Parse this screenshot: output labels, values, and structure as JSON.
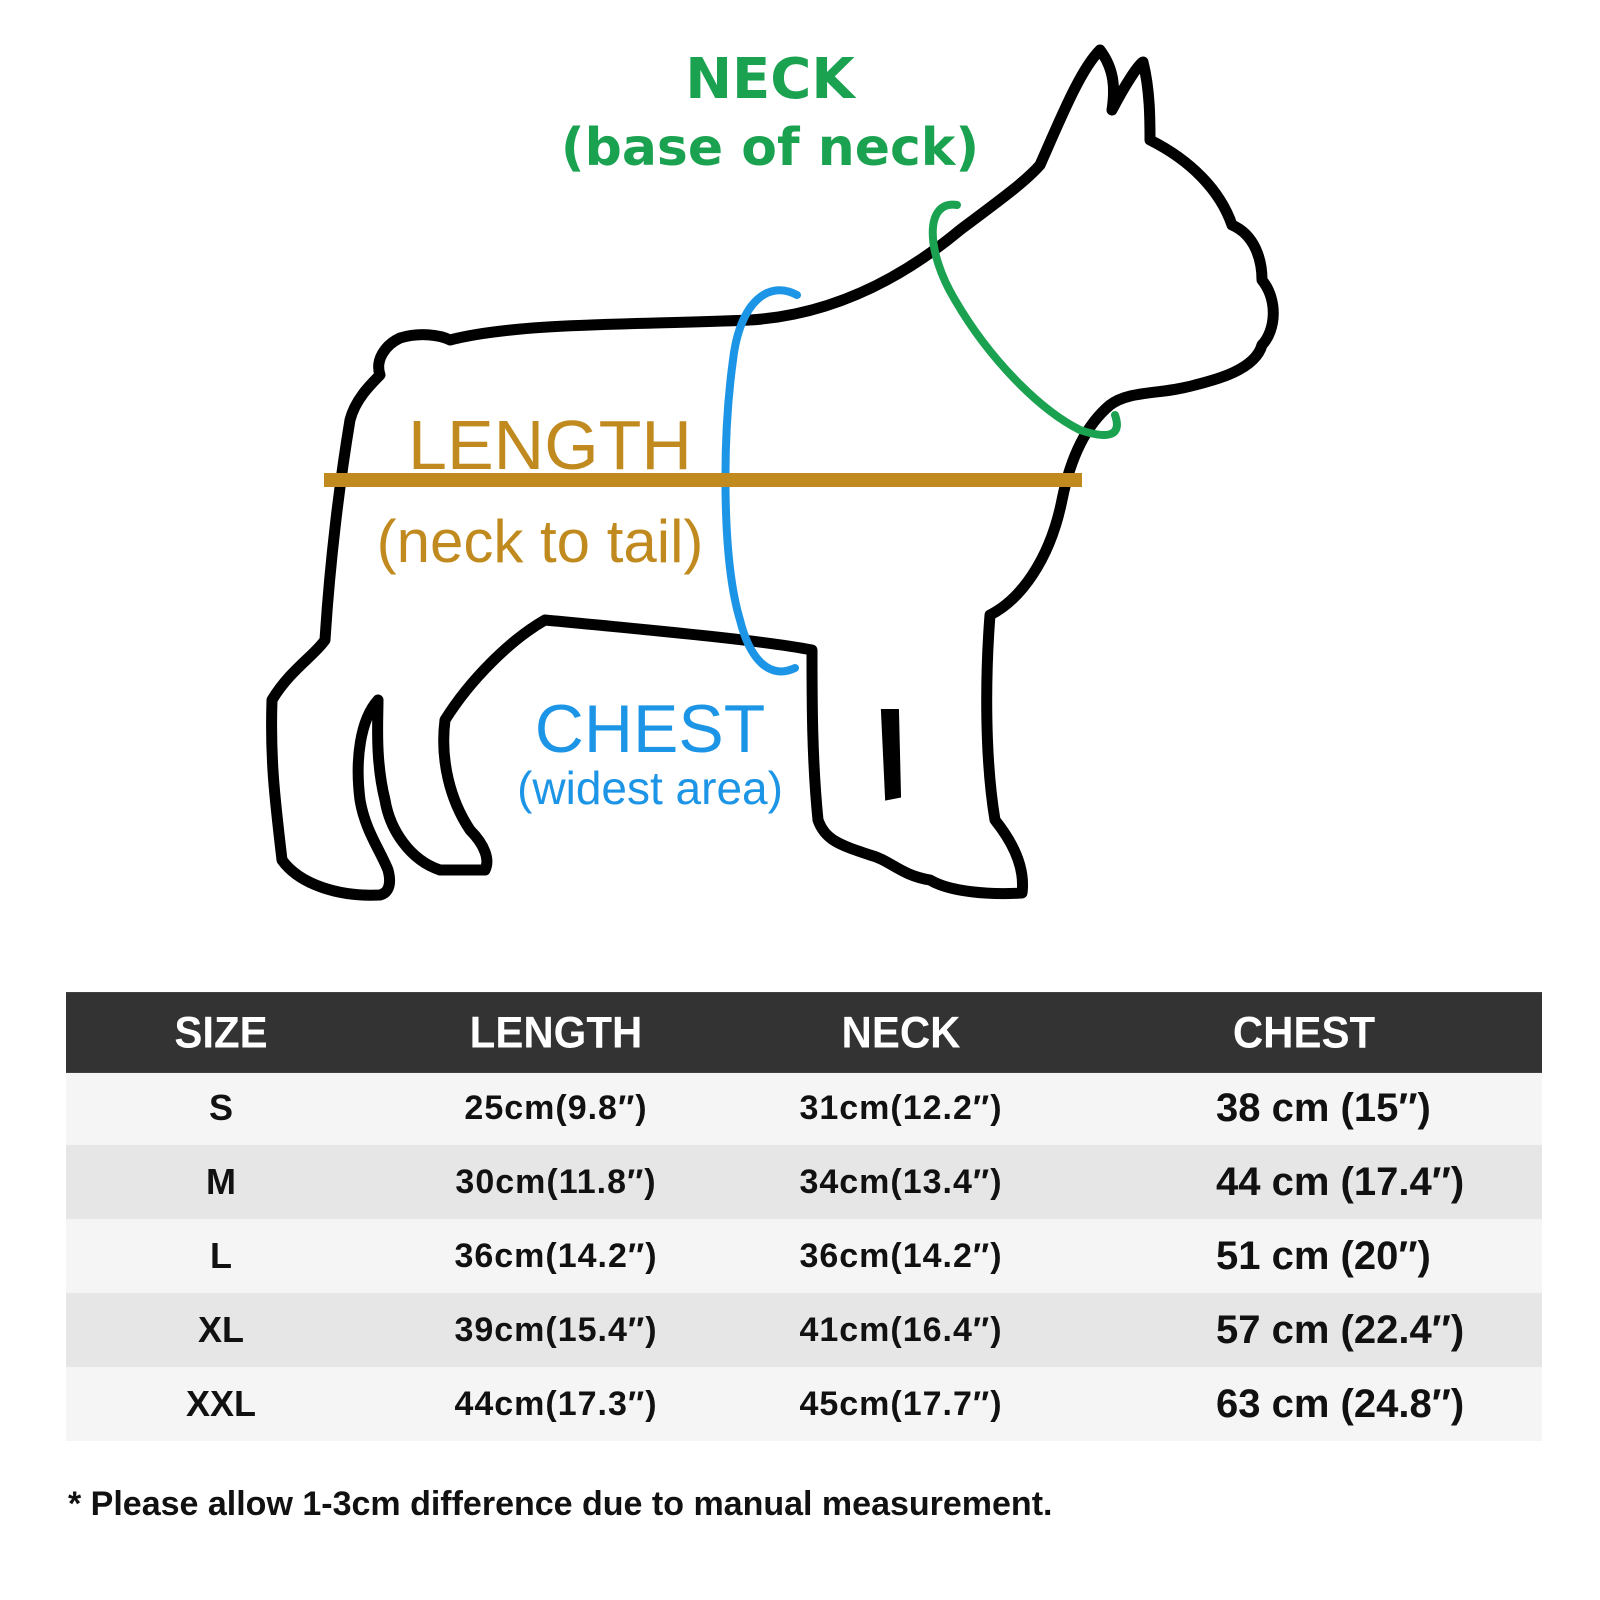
{
  "colors": {
    "neck": "#1aa251",
    "length": "#c08a1e",
    "chest": "#1d95e6",
    "outline": "#000000",
    "header_bg": "#333333"
  },
  "diagram": {
    "neck_title": "NECK",
    "neck_subtitle": "(base of neck)",
    "length_title": "LENGTH",
    "length_subtitle": "(neck to tail)",
    "chest_title": "CHEST",
    "chest_subtitle": "(widest area)"
  },
  "table": {
    "headers": [
      "SIZE",
      "LENGTH",
      "NECK",
      "CHEST"
    ],
    "rows": [
      {
        "size": "S",
        "length": "25cm(9.8″)",
        "neck": "31cm(12.2″)",
        "chest": "38 cm (15″)"
      },
      {
        "size": "M",
        "length": "30cm(11.8″)",
        "neck": "34cm(13.4″)",
        "chest": "44 cm (17.4″)"
      },
      {
        "size": "L",
        "length": "36cm(14.2″)",
        "neck": "36cm(14.2″)",
        "chest": "51 cm (20″)"
      },
      {
        "size": "XL",
        "length": "39cm(15.4″)",
        "neck": "41cm(16.4″)",
        "chest": "57 cm (22.4″)"
      },
      {
        "size": "XXL",
        "length": "44cm(17.3″)",
        "neck": "45cm(17.7″)",
        "chest": "63 cm (24.8″)"
      }
    ]
  },
  "note": "* Please allow 1-3cm difference due to manual measurement."
}
